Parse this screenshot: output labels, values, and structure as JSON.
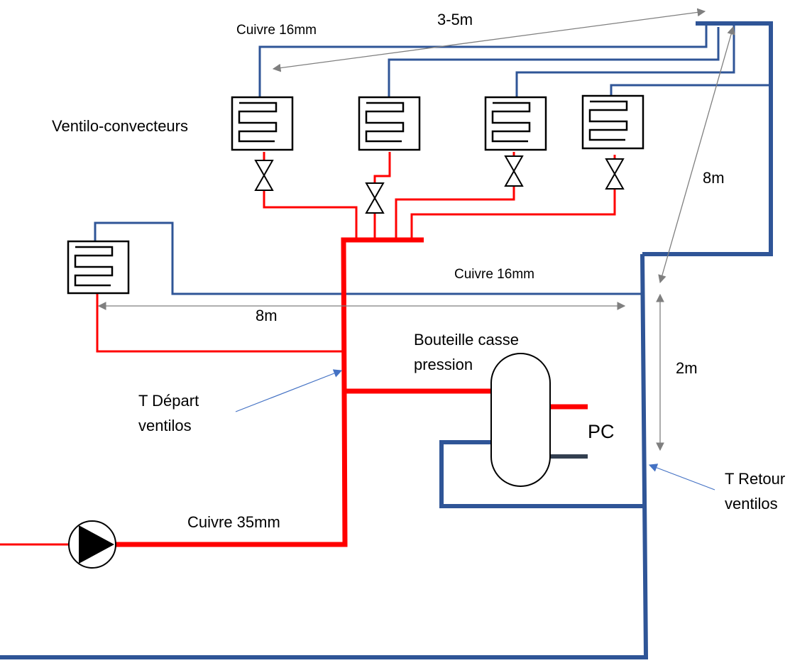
{
  "diagram": {
    "type": "hydraulic-schematic",
    "colors": {
      "supply": "#ff0000",
      "return": "#2f5597",
      "dimension": "#7f7f7f",
      "callout": "#4472c4",
      "pc_return_stub": "#333f50"
    },
    "labels": {
      "fan_coils": "Ventilo-convecteurs",
      "top_pipe": "Cuivre 16mm",
      "top_distance": "3-5m",
      "right_distance": "8m",
      "middle_pipe": "Cuivre 16mm",
      "middle_distance": "8m",
      "buffer_tank_line1": "Bouteille casse",
      "buffer_tank_line2": "pression",
      "heat_pump": "PC",
      "vertical_distance": "2m",
      "supply_sensor_line1": "T Départ",
      "supply_sensor_line2": "ventilos",
      "return_sensor_line1": "T Retour",
      "return_sensor_line2": "ventilos",
      "main_pipe": "Cuivre 35mm"
    },
    "components": {
      "fan_coil_units": 5,
      "valves": 4,
      "pumps": 1,
      "buffer_tanks": 1
    }
  }
}
